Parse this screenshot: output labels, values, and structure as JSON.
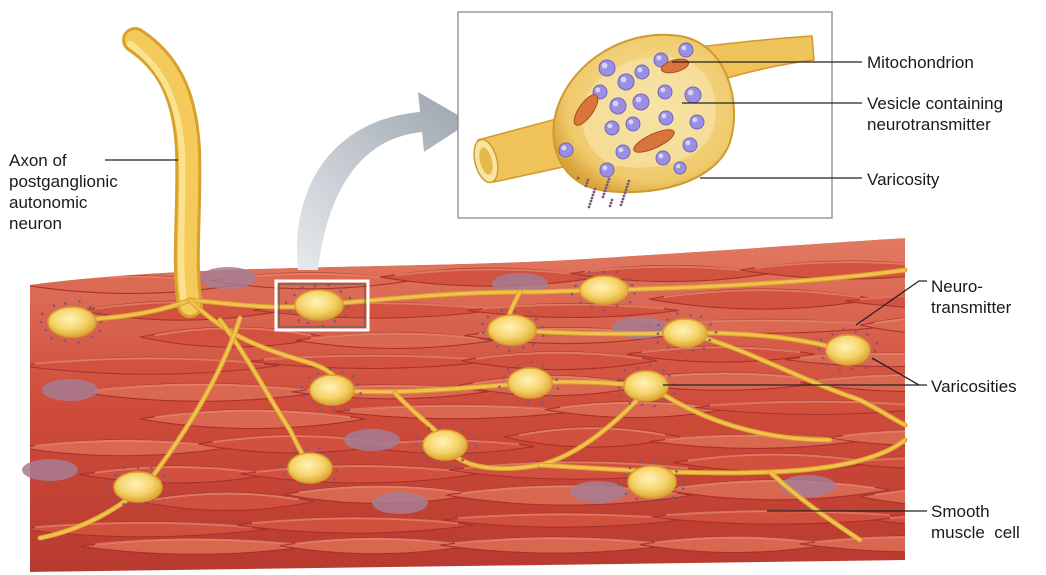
{
  "labels": {
    "axon": [
      "Axon of",
      "postganglionic",
      "autonomic",
      "neuron"
    ],
    "mitochondrion": "Mitochondrion",
    "vesicle": [
      "Vesicle containing",
      "neurotransmitter"
    ],
    "varicosity": "Varicosity",
    "neurotransmitter": [
      "Neuro-",
      "transmitter"
    ],
    "varicosities": "Varicosities",
    "smooth_muscle": [
      "Smooth",
      "muscle  cell"
    ]
  },
  "colors": {
    "muscle": "#d2523f",
    "muscle_light": "#e98b72",
    "muscle_dark": "#a8302a",
    "nucleus": "#a77c93",
    "nerve": "#f2c24f",
    "nerve_light": "#fbe58d",
    "nerve_dark": "#d8a12e",
    "vesicle": "#9a8fe0",
    "mitochondrion": "#d9743b",
    "arrow": "#a9b3bb",
    "leader": "#222222"
  }
}
